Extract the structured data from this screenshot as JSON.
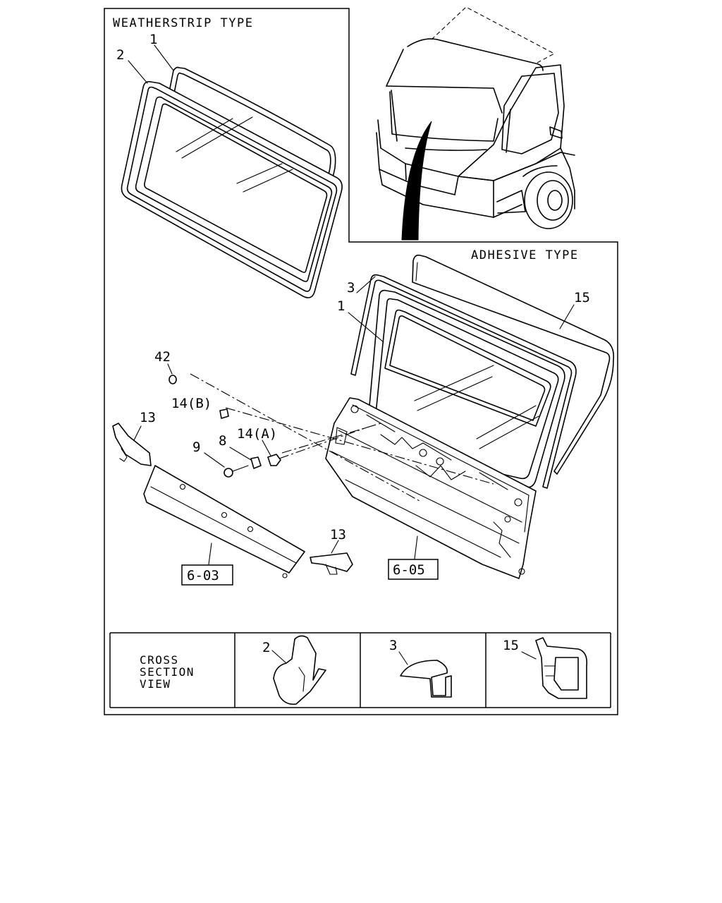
{
  "sections": {
    "weatherstrip_title": "WEATHERSTRIP TYPE",
    "adhesive_title": "ADHESIVE TYPE"
  },
  "callouts": {
    "ws_glass": "1",
    "ws_weatherstrip": "2",
    "ad_dam": "3",
    "ad_glass": "1",
    "ad_seal": "15",
    "p42": "42",
    "p14b": "14(B)",
    "p13_left": "13",
    "p8": "8",
    "p14a": "14(A)",
    "p9": "9",
    "p13_right": "13"
  },
  "references": {
    "ref_603": "6-03",
    "ref_605": "6-05"
  },
  "cross_section": {
    "label_lines": [
      "CROSS",
      "SECTION",
      "VIEW"
    ],
    "items": [
      "2",
      "3",
      "15"
    ]
  }
}
